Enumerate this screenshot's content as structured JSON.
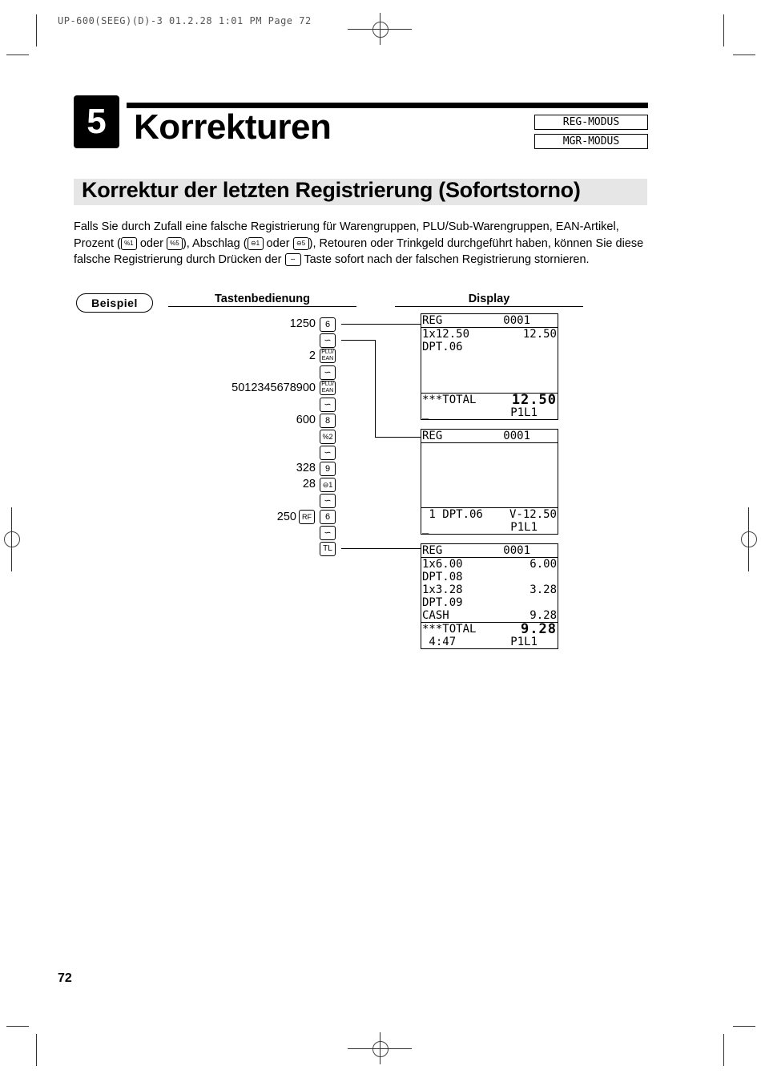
{
  "print_header": "UP-600(SEEG)(D)-3  01.2.28 1:01 PM  Page 72",
  "chapter": {
    "number": "5",
    "title": "Korrekturen"
  },
  "modes": [
    "REG-MODUS",
    "MGR-MODUS"
  ],
  "section_title": "Korrektur der letzten Registrierung (Sofortstorno)",
  "paragraph": {
    "p1": "Falls Sie durch Zufall eine falsche Registrierung für Warengruppen, PLU/Sub-Warengruppen, EAN-Artikel, Prozent (",
    "k1": "%1",
    "p2": " oder ",
    "k2": "%5",
    "p3": "), Abschlag (",
    "k3": "⊖1",
    "p4": " oder ",
    "k4": "⊖5",
    "p5": "), Retouren oder Trinkgeld durchgeführt haben, können Sie diese falsche Registrierung durch Drücken der ",
    "k5": "∽",
    "p6": " Taste sofort nach der falschen Registrierung stornieren."
  },
  "example_label": "Beispiel",
  "col_keys": "Tastenbedienung",
  "col_display": "Display",
  "key_sequence": [
    {
      "label": "1250",
      "key": "6"
    },
    {
      "label": "",
      "key": "∽"
    },
    {
      "label": "2",
      "key": "PLU/EAN"
    },
    {
      "label": "",
      "key": "∽"
    },
    {
      "label": "5012345678900",
      "key": "PLU/EAN"
    },
    {
      "label": "",
      "key": "∽"
    },
    {
      "label": "600",
      "key": "8"
    },
    {
      "label": "",
      "key": "%2"
    },
    {
      "label": "",
      "key": "∽"
    },
    {
      "label": "328",
      "key": "9"
    },
    {
      "label": "28",
      "key": "⊖1"
    },
    {
      "label": "",
      "key": "∽"
    },
    {
      "label": "250",
      "key": "6",
      "prekey": "RF"
    },
    {
      "label": "",
      "key": "∽"
    },
    {
      "label": "",
      "key": "TL"
    }
  ],
  "displays": {
    "d1": {
      "head_l": "REG",
      "head_r": "0001",
      "r1_l": "1x12.50",
      "r1_r": "12.50",
      "r2_l": "DPT.06",
      "total_l": "***TOTAL",
      "total_r": "12.50",
      "foot_l": "_",
      "foot_r": "P1L1"
    },
    "d2": {
      "head_l": "REG",
      "head_r": "0001",
      "r1_l": " 1 DPT.06",
      "r1_r": "V-12.50",
      "foot_l": "_",
      "foot_r": "P1L1"
    },
    "d3": {
      "head_l": "REG",
      "head_r": "0001",
      "r1_l": "1x6.00",
      "r1_r": "6.00",
      "r2_l": "DPT.08",
      "r3_l": "1x3.28",
      "r3_r": "3.28",
      "r4_l": "DPT.09",
      "r5_l": "CASH",
      "r5_r": "9.28",
      "total_l": "***TOTAL",
      "total_r": "9.28",
      "foot_l": " 4:47",
      "foot_r": "P1L1"
    }
  },
  "page_number": "72"
}
